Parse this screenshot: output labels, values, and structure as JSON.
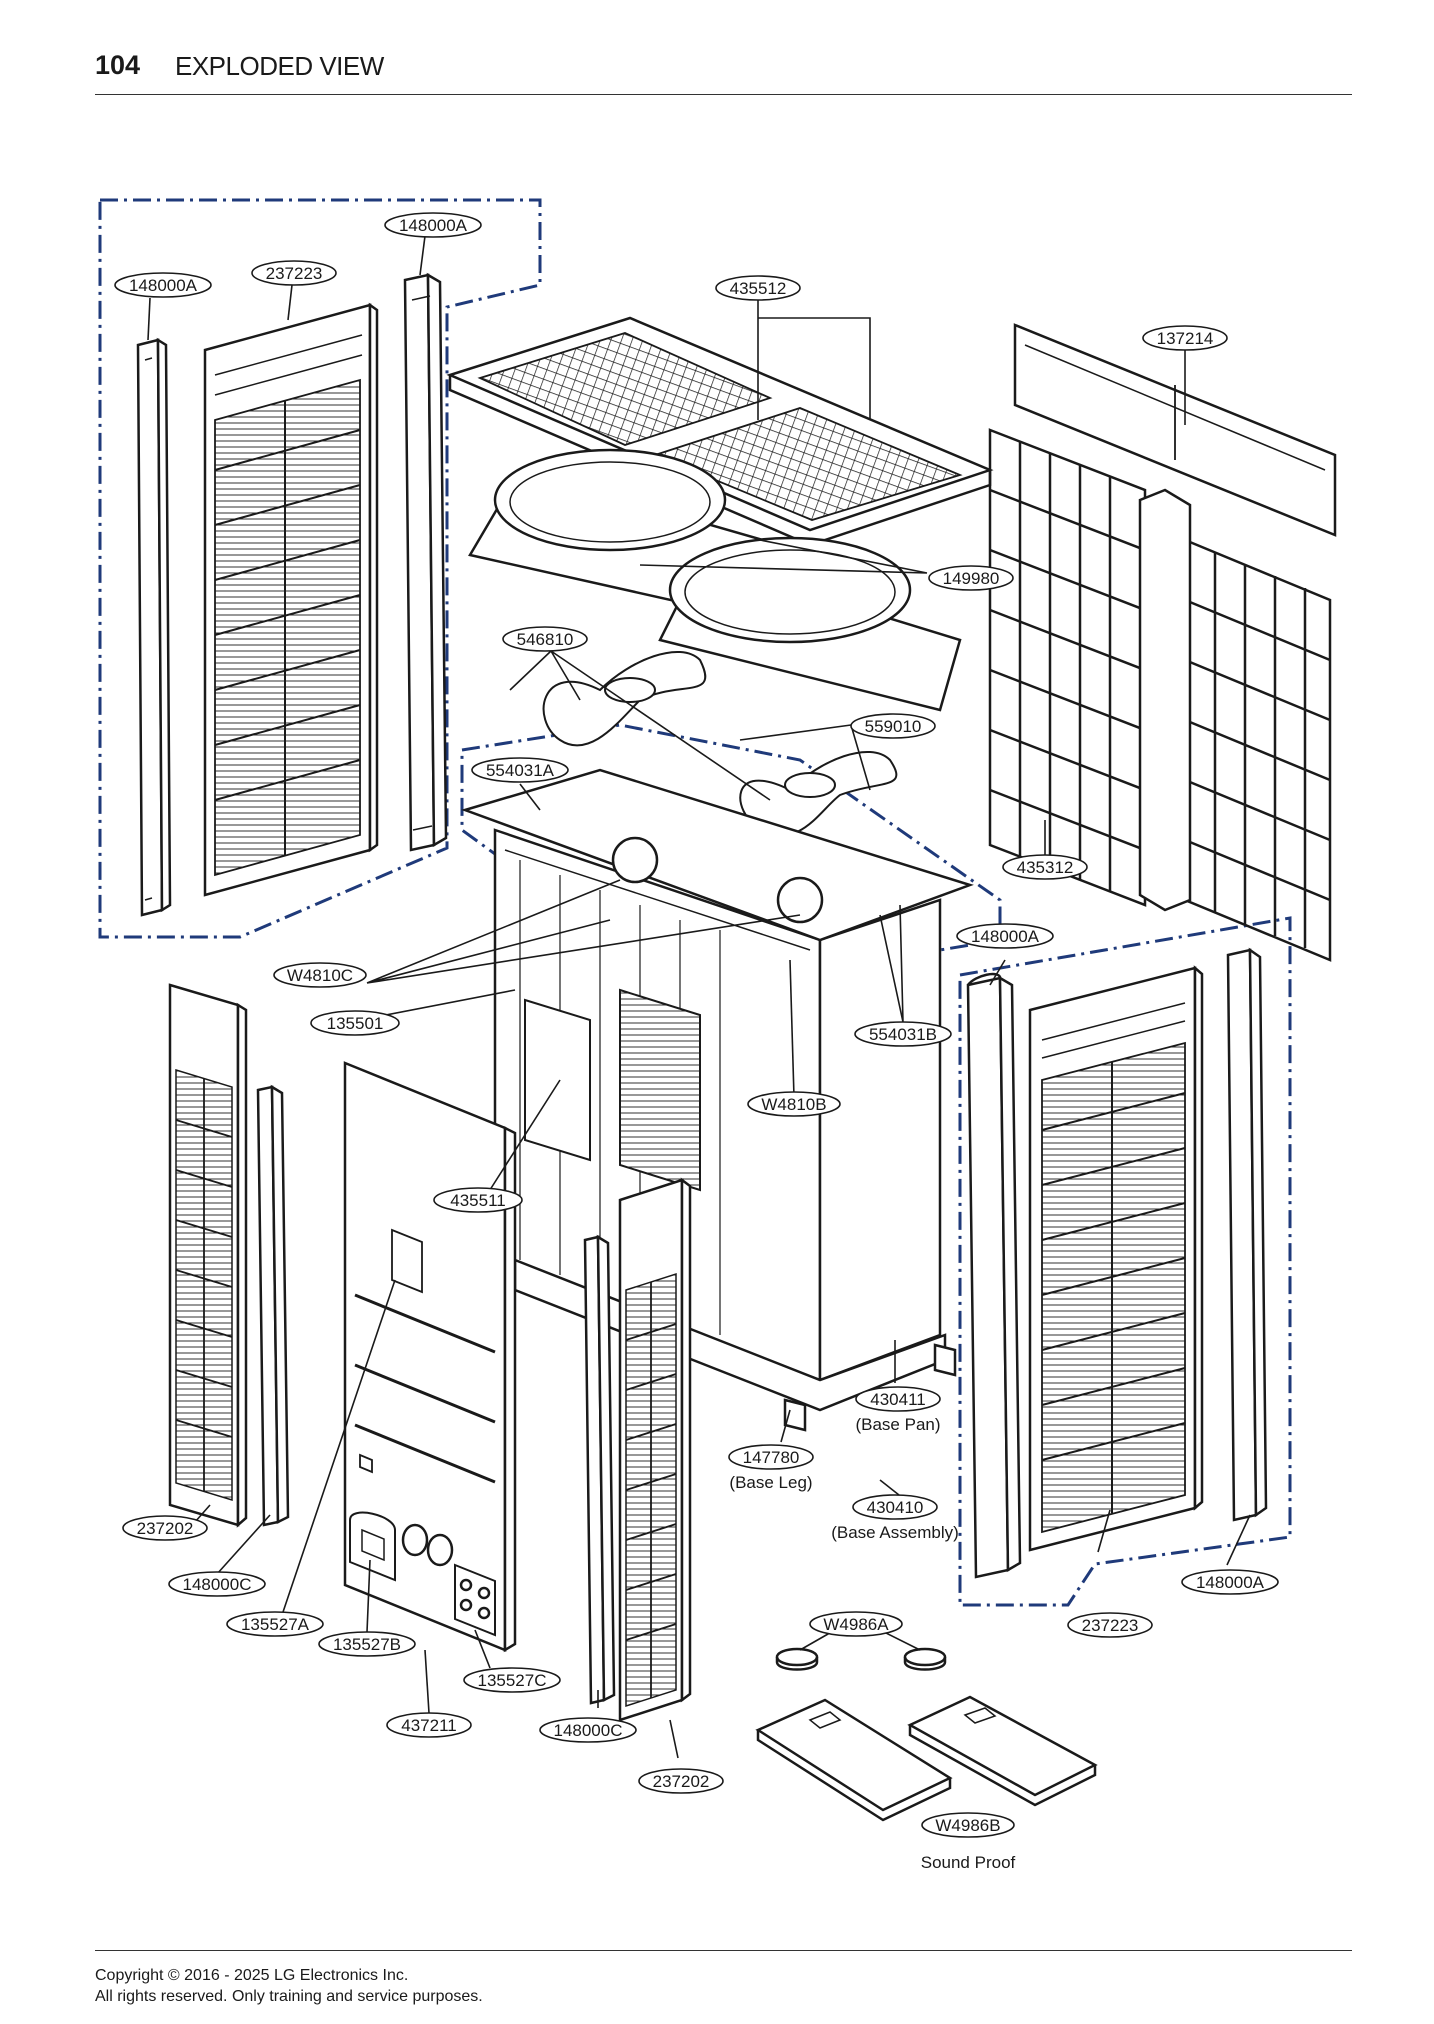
{
  "header": {
    "page_number": "104",
    "title": "EXPLODED VIEW"
  },
  "footer": {
    "copyright": "Copyright © 2016 - 2025 LG Electronics Inc.",
    "rights": "All rights reserved. Only training and service purposes."
  },
  "colors": {
    "line": "#1a1a1a",
    "dash": "#1f3a7a",
    "fill": "#ffffff"
  },
  "callouts": {
    "c148000A_top": "148000A",
    "c148000A_left": "148000A",
    "c237223_top": "237223",
    "c435512": "435512",
    "c137214": "137214",
    "c149980": "149980",
    "c546810": "546810",
    "c559010": "559010",
    "c554031A": "554031A",
    "c435312": "435312",
    "c148000A_right": "148000A",
    "cW4810C": "W4810C",
    "c135501": "135501",
    "c554031B": "554031B",
    "cW4810B": "W4810B",
    "c435511": "435511",
    "c430411": "430411",
    "c147780": "147780",
    "c430410": "430410",
    "c237202_left": "237202",
    "c148000C_left": "148000C",
    "c135527A": "135527A",
    "c135527B": "135527B",
    "c135527C": "135527C",
    "c437211": "437211",
    "c148000C_mid": "148000C",
    "c237202_mid": "237202",
    "cW4986A": "W4986A",
    "cW4986B": "W4986B",
    "c148000A_br": "148000A",
    "c237223_br": "237223"
  },
  "captions": {
    "base_pan": "(Base Pan)",
    "base_leg": "(Base Leg)",
    "base_assembly": "(Base Assembly)",
    "sound_proof": "Sound Proof"
  }
}
